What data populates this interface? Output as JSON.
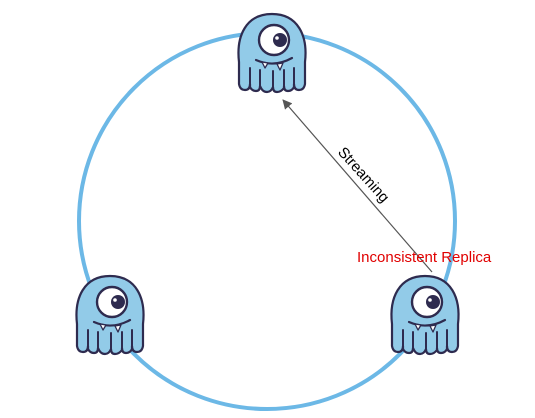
{
  "colors": {
    "ring": "#6cb8e6",
    "mascot_body": "#92cbe8",
    "mascot_outline": "#2e2b4f",
    "arrow": "#555555",
    "annotation_text": "#e00000",
    "label_text": "#000000"
  },
  "nodes": [
    {
      "id": "top",
      "icon": "scylla-monster-icon"
    },
    {
      "id": "bottom-left",
      "icon": "scylla-monster-icon"
    },
    {
      "id": "bottom-right",
      "icon": "scylla-monster-icon"
    }
  ],
  "edge": {
    "from": "bottom-right",
    "to": "top",
    "label": "Streaming"
  },
  "annotation": {
    "target": "bottom-right",
    "text": "Inconsistent Replica"
  }
}
